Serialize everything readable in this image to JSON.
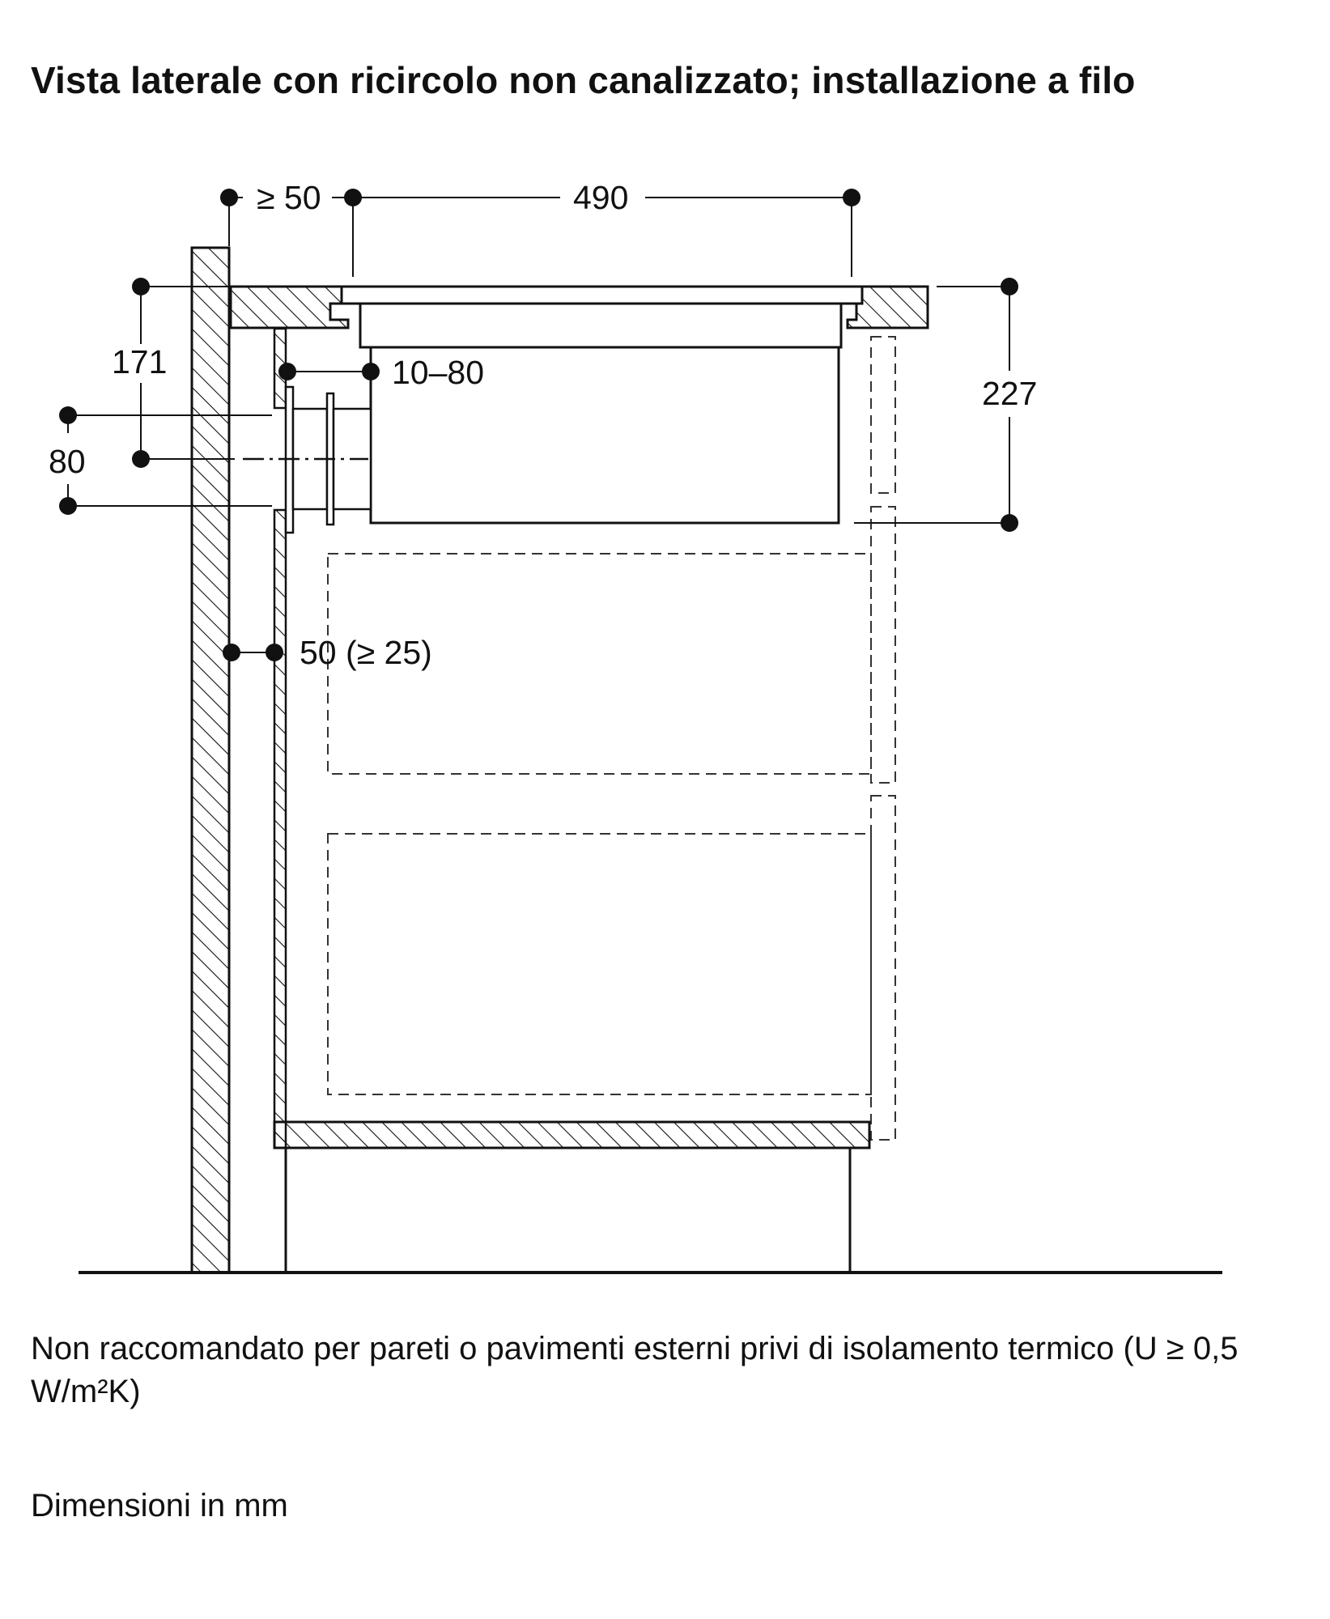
{
  "title": "Vista laterale con ricircolo non canalizzato; installazione a filo",
  "dimensions": {
    "wall_gap_top": "≥ 50",
    "cooktop_width": "490",
    "top_to_outlet_center": "171",
    "outlet_height": "80",
    "outlet_offset": "10–80",
    "wall_gap_side": "50 (≥ 25)",
    "unit_height": "227"
  },
  "note": "Non raccomandato per pareti o pavimenti esterni privi di isolamento termico (U ≥ 0,5 W/m²K)",
  "units_label": "Dimensioni in mm"
}
